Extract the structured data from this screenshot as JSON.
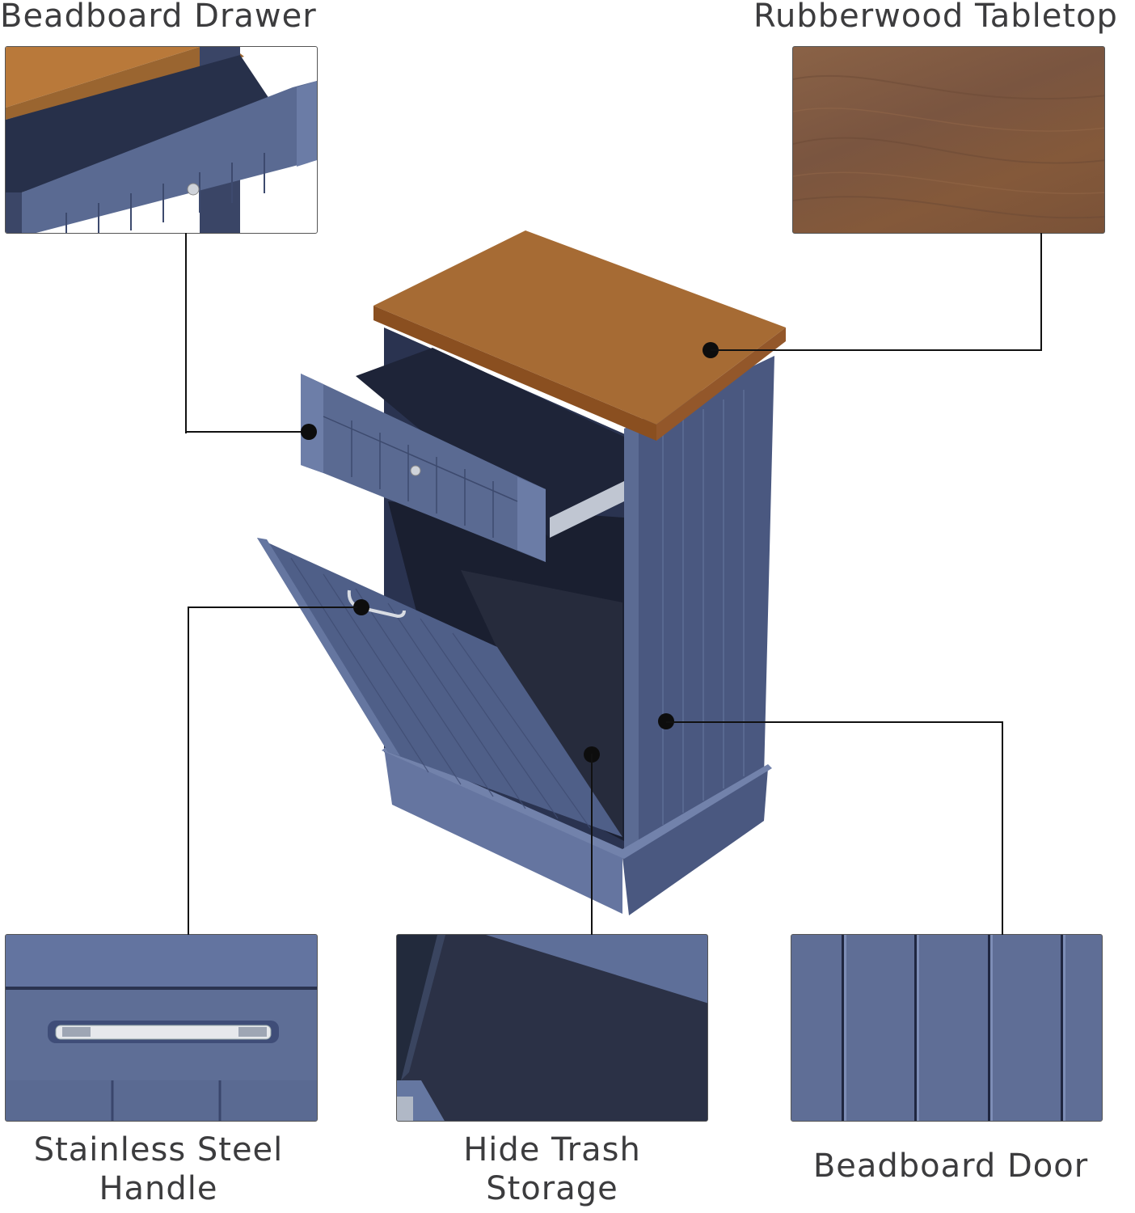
{
  "features": {
    "drawer": {
      "label": "Beadboard Drawer"
    },
    "tabletop": {
      "label": "Rubberwood Tabletop"
    },
    "handle": {
      "label_line1": "Stainless Steel",
      "label_line2": "Handle"
    },
    "trash": {
      "label_line1": "Hide Trash",
      "label_line2": "Storage"
    },
    "door": {
      "label": "Beadboard Door"
    }
  },
  "colors": {
    "cabinet_blue": "#5a6b92",
    "cabinet_dark": "#2a3350",
    "wood": "#a0642a",
    "wood_dark": "#7a5540",
    "text": "#3c3c3e",
    "callout": "#111111"
  }
}
